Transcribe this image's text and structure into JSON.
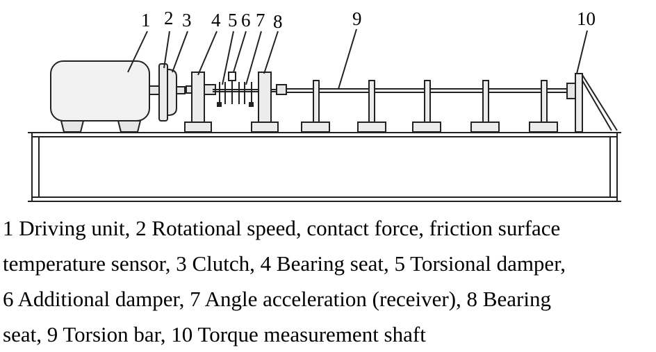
{
  "labels": {
    "n1": "1",
    "n2": "2",
    "n3": "3",
    "n4": "4",
    "n5": "5",
    "n6": "6",
    "n7": "7",
    "n8": "8",
    "n9": "9",
    "n10": "10"
  },
  "caption": {
    "line1": "1 Driving unit, 2 Rotational speed, contact force, friction surface",
    "line2": "temperature sensor, 3 Clutch, 4 Bearing seat, 5 Torsional damper,",
    "line3": "6 Additional damper, 7 Angle acceleration (receiver), 8 Bearing",
    "line4": "seat, 9 Torsion bar, 10 Torque measurement shaft"
  }
}
